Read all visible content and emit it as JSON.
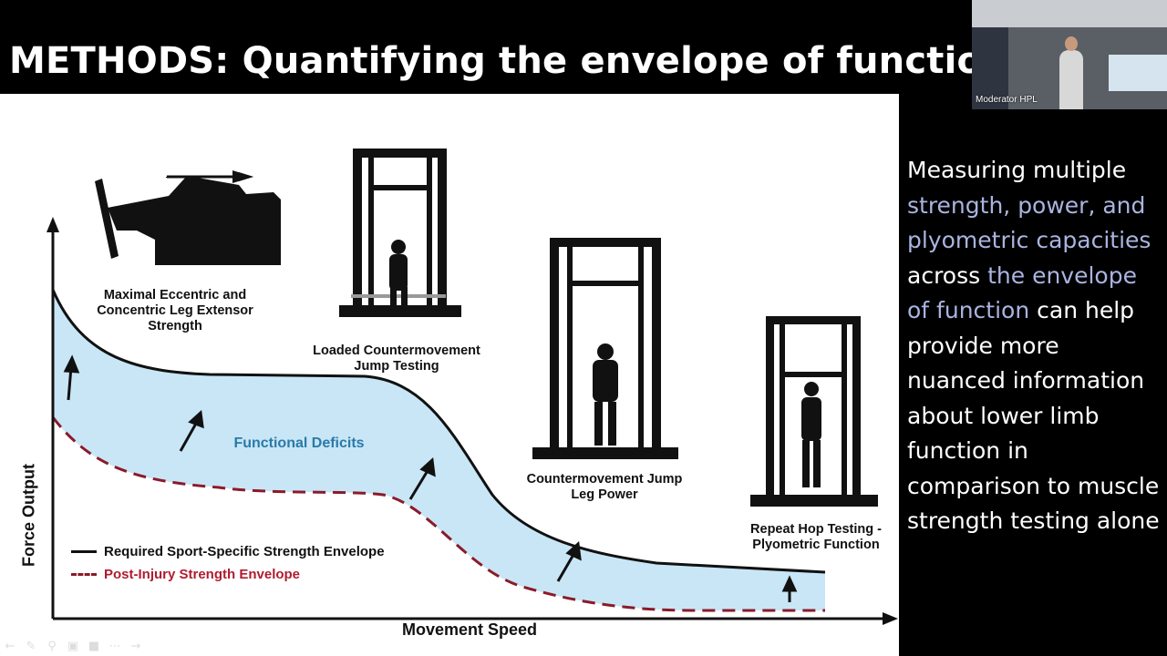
{
  "slide": {
    "title": "METHODS: Quantifying the envelope of function"
  },
  "figure": {
    "labels": {
      "eccentric": "Maximal Eccentric and Concentric Leg Extensor Strength",
      "loaded_cmj": "Loaded Countermovement Jump Testing",
      "cmj_power": "Countermovement Jump Leg Power",
      "repeat_hop": "Repeat Hop Testing - Plyometric Function",
      "deficits": "Functional Deficits"
    },
    "axes": {
      "x": "Movement Speed",
      "y": "Force Output"
    },
    "legend": {
      "required": "Required Sport-Specific Strength Envelope",
      "post_injury": "Post-Injury Strength Envelope"
    },
    "colors": {
      "band": "#c8e6f6",
      "required_line": "#111111",
      "post_injury_line": "#8b1a2a",
      "deficit_text": "#2a7aa8"
    }
  },
  "side_text": {
    "p1": "Measuring multiple",
    "h1": "strength, power, and plyometric capacities",
    "p2": "across",
    "h2": "the envelope of function",
    "p3": "can help provide more nuanced information about lower limb function in comparison to muscle strength testing alone"
  },
  "video": {
    "participant_name": "Moderator HPL"
  },
  "toolbar": {
    "icons": [
      "back-icon",
      "pen-icon",
      "zoom-icon",
      "captions-icon",
      "camera-icon",
      "more-icon",
      "forward-icon"
    ]
  }
}
